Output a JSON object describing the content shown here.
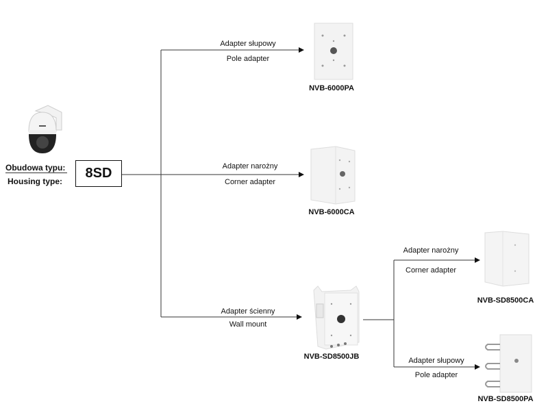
{
  "housing": {
    "label_pl": "Obudowa typu:",
    "label_en": "Housing type:",
    "value": "8SD"
  },
  "branches": [
    {
      "label_pl": "Adapter słupowy",
      "label_en": "Pole adapter",
      "product": "NVB-6000PA"
    },
    {
      "label_pl": "Adapter narożny",
      "label_en": "Corner adapter",
      "product": "NVB-6000CA"
    },
    {
      "label_pl": "Adapter ścienny",
      "label_en": "Wall mount",
      "product": "NVB-SD8500JB",
      "sub": [
        {
          "label_pl": "Adapter narożny",
          "label_en": "Corner adapter",
          "product": "NVB-SD8500CA"
        },
        {
          "label_pl": "Adapter słupowy",
          "label_en": "Pole adapter",
          "product": "NVB-SD8500PA"
        }
      ]
    }
  ]
}
